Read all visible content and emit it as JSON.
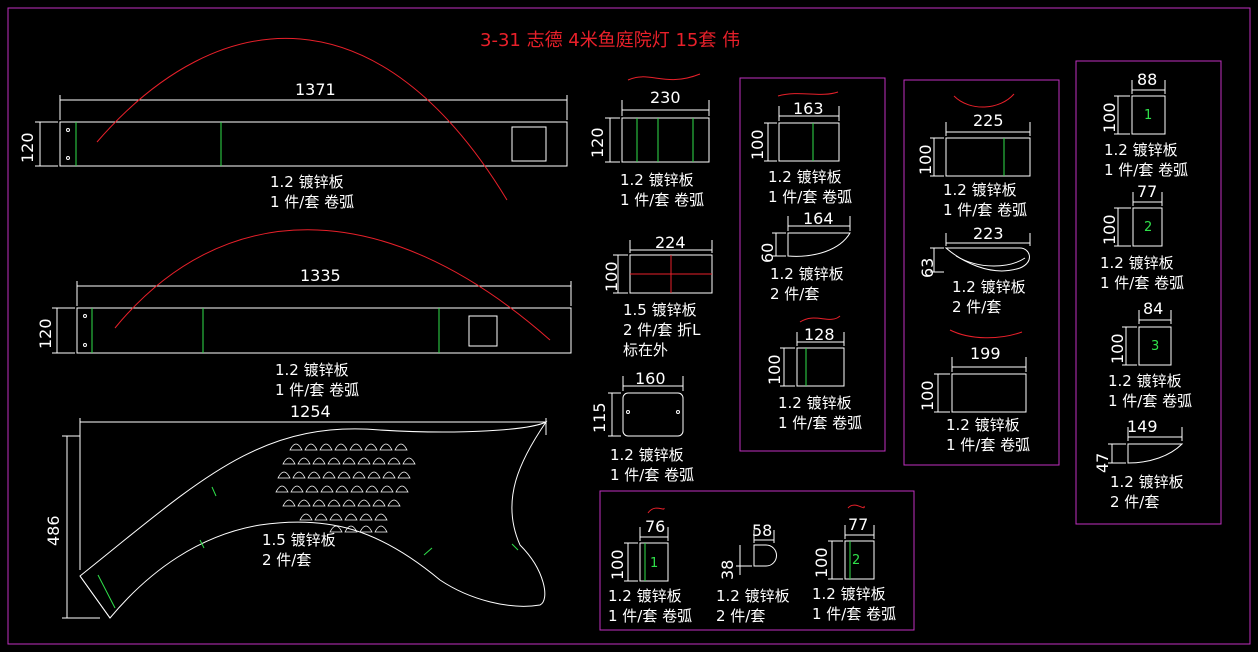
{
  "title": "3-31 志德 4米鱼庭院灯 15套 伟",
  "colors": {
    "background": "#000000",
    "outline": "#ffffff",
    "arc": "#e8202a",
    "fold_line": "#2fe04a",
    "frame": "#c030c0"
  },
  "parts": [
    {
      "id": "p1",
      "dims": {
        "length": "1371",
        "height": "120"
      },
      "note": [
        "1.2 镀锌板",
        "1 件/套 卷弧"
      ]
    },
    {
      "id": "p2",
      "dims": {
        "length": "1335",
        "height": "120"
      },
      "note": [
        "1.2 镀锌板",
        "1 件/套 卷弧"
      ]
    },
    {
      "id": "p3",
      "dims": {
        "length": "1254",
        "height": "486"
      },
      "note": [
        "1.5 镀锌板",
        "2 件/套"
      ]
    },
    {
      "id": "p4",
      "dims": {
        "length": "230",
        "height": "120"
      },
      "note": [
        "1.2 镀锌板",
        "1 件/套 卷弧"
      ]
    },
    {
      "id": "p5",
      "dims": {
        "length": "224",
        "height": "100"
      },
      "note": [
        "1.5 镀锌板",
        "2 件/套 折L",
        "标在外"
      ]
    },
    {
      "id": "p6",
      "dims": {
        "length": "160",
        "height": "115"
      },
      "note": [
        "1.2 镀锌板",
        "1 件/套 卷弧"
      ]
    },
    {
      "id": "p7",
      "dims": {
        "length": "163",
        "height": "100"
      },
      "note": [
        "1.2 镀锌板",
        "1 件/套 卷弧"
      ]
    },
    {
      "id": "p8",
      "dims": {
        "length": "164",
        "height": "60"
      },
      "note": [
        "1.2 镀锌板",
        "2 件/套"
      ]
    },
    {
      "id": "p9",
      "dims": {
        "length": "128",
        "height": "100"
      },
      "note": [
        "1.2 镀锌板",
        "1 件/套 卷弧"
      ]
    },
    {
      "id": "p10",
      "dims": {
        "length": "225",
        "height": "100"
      },
      "note": [
        "1.2 镀锌板",
        "1 件/套 卷弧"
      ]
    },
    {
      "id": "p11",
      "dims": {
        "length": "223",
        "height": "63"
      },
      "note": [
        "1.2 镀锌板",
        "2 件/套"
      ]
    },
    {
      "id": "p12",
      "dims": {
        "length": "199",
        "height": "100"
      },
      "note": [
        "1.2 镀锌板",
        "1 件/套 卷弧"
      ]
    },
    {
      "id": "p13",
      "dims": {
        "length": "88",
        "height": "100"
      },
      "label": "1",
      "note": [
        "1.2 镀锌板",
        "1 件/套 卷弧"
      ]
    },
    {
      "id": "p14",
      "dims": {
        "length": "77",
        "height": "100"
      },
      "label": "2",
      "note": [
        "1.2 镀锌板",
        "1 件/套 卷弧"
      ]
    },
    {
      "id": "p15",
      "dims": {
        "length": "84",
        "height": "100"
      },
      "label": "3",
      "note": [
        "1.2 镀锌板",
        "1 件/套 卷弧"
      ]
    },
    {
      "id": "p16",
      "dims": {
        "length": "149",
        "height": "47"
      },
      "note": [
        "1.2 镀锌板",
        "2 件/套"
      ]
    },
    {
      "id": "p17",
      "dims": {
        "length": "76",
        "height": "100"
      },
      "label": "1",
      "note": [
        "1.2 镀锌板",
        "1 件/套 卷弧"
      ]
    },
    {
      "id": "p18",
      "dims": {
        "length": "58",
        "height": "38"
      },
      "note": [
        "1.2 镀锌板",
        "2 件/套"
      ]
    },
    {
      "id": "p19",
      "dims": {
        "length": "77",
        "height": "100"
      },
      "label": "2",
      "note": [
        "1.2 镀锌板",
        "1 件/套 卷弧"
      ]
    }
  ]
}
